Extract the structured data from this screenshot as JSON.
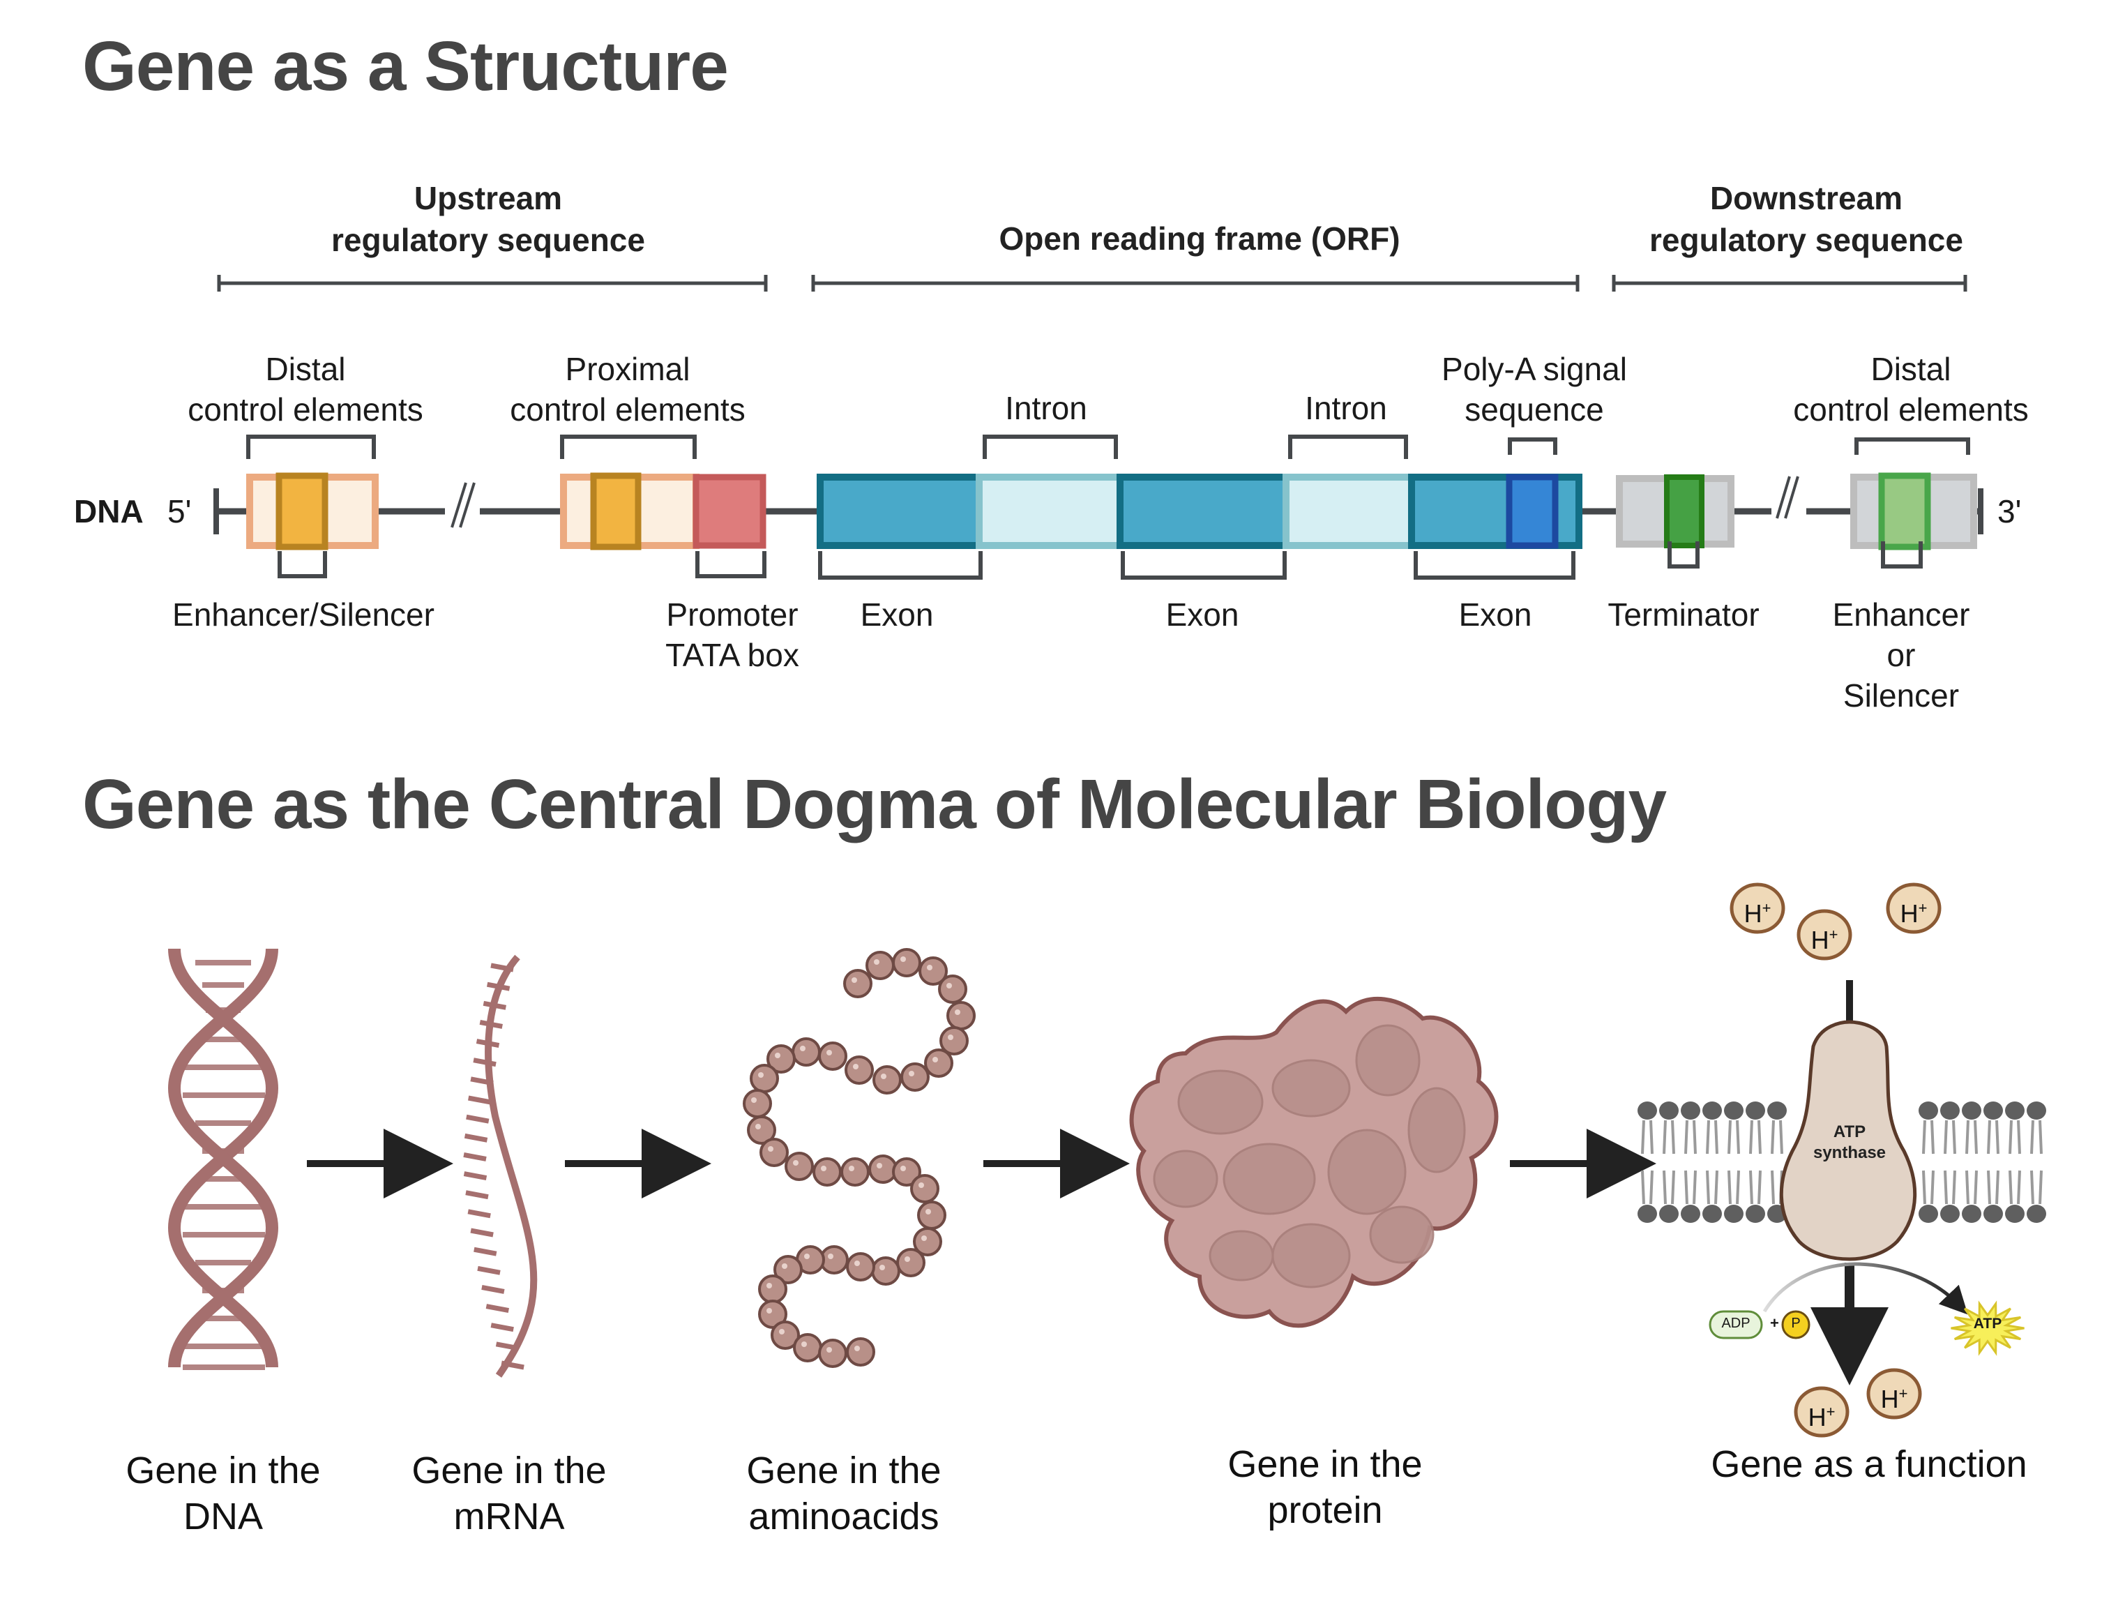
{
  "section1": {
    "title": "Gene as a Structure",
    "regions": {
      "upstream": [
        "Upstream",
        "regulatory sequence"
      ],
      "orf": "Open reading frame (ORF)",
      "downstream": [
        "Downstream",
        "regulatory sequence"
      ]
    },
    "dna_label": "DNA",
    "five_prime": "5'",
    "three_prime": "3'",
    "top_labels": {
      "distal_left": [
        "Distal",
        "control elements"
      ],
      "proximal": [
        "Proximal",
        "control elements"
      ],
      "intron1": "Intron",
      "intron2": "Intron",
      "polya": [
        "Poly-A signal",
        "sequence"
      ],
      "distal_right": [
        "Distal",
        "control elements"
      ]
    },
    "bottom_labels": {
      "enhancer_left": "Enhancer/Silencer",
      "promoter": [
        "Promoter",
        "TATA box"
      ],
      "exon1": "Exon",
      "exon2": "Exon",
      "exon3": "Exon",
      "terminator": "Terminator",
      "enhancer_right": [
        "Enhancer",
        "or",
        "Silencer"
      ]
    }
  },
  "section2": {
    "title": "Gene as the Central Dogma of Molecular Biology",
    "captions": {
      "dna": [
        "Gene in the",
        "DNA"
      ],
      "mrna": [
        "Gene in the",
        "mRNA"
      ],
      "aminoacids": [
        "Gene in the",
        "aminoacids"
      ],
      "protein": [
        "Gene in the",
        "protein"
      ],
      "function": "Gene as a function"
    },
    "atp_synthase": [
      "ATP",
      "synthase"
    ],
    "proton": "H",
    "proton_charge": "+",
    "adp": "ADP",
    "plus": "+",
    "phosphate": "P",
    "atp": "ATP"
  },
  "colors": {
    "title": "#454545",
    "line": "#45484b",
    "enhancer_fill": "#f2b441",
    "enhancer_stroke": "#b88321",
    "control_bg": "#fcefe0",
    "control_border": "#ecaa80",
    "promoter": "#de7c7c",
    "promoter_border": "#c45a5a",
    "exon": "#49a9c9",
    "exon_border": "#136e84",
    "intron": "#d6eff3",
    "intron_border": "#86c3cc",
    "polya": "#3586d6",
    "polya_border": "#1c49a0",
    "grey_box": "#d2d5d8",
    "grey_border": "#bdbdbd",
    "terminator": "#45a144",
    "terminator_border": "#257c17",
    "enhancer_green": "#98c983",
    "enhancer_green_border": "#49a64a",
    "dna_helix": "#a56f6e",
    "protein": "#c9a09d",
    "protein_border": "#8a5350",
    "proton_fill": "#efd9b8",
    "proton_border": "#8b5a34",
    "synthase_fill": "#e2d3c6",
    "synthase_border": "#5a3a2a",
    "membrane": "#5f5f5f"
  }
}
